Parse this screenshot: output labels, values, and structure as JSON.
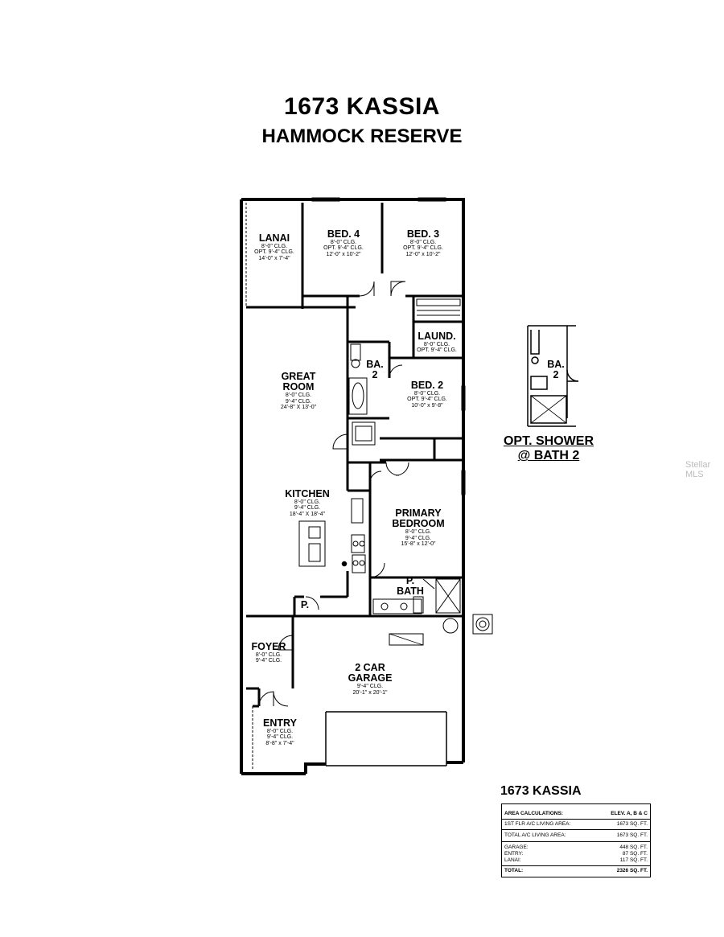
{
  "header": {
    "title": "1673 KASSIA",
    "subtitle": "HAMMOCK RESERVE"
  },
  "rooms": {
    "lanai": {
      "name": "LANAI",
      "l1": "8'-0\" CLG.",
      "l2": "OPT. 9'-4\" CLG.",
      "l3": "14'-0\" x 7'-4\""
    },
    "bed4": {
      "name": "BED. 4",
      "l1": "8'-0\" CLG.",
      "l2": "OPT. 9'-4\" CLG.",
      "l3": "12'-0\" x 10'-2\""
    },
    "bed3": {
      "name": "BED. 3",
      "l1": "8'-0\" CLG.",
      "l2": "OPT. 9'-4\" CLG.",
      "l3": "12'-0\" x 10'-2\""
    },
    "laund": {
      "name": "LAUND.",
      "l1": "8'-0\" CLG.",
      "l2": "OPT. 9'-4\" CLG."
    },
    "great": {
      "name1": "GREAT",
      "name2": "ROOM",
      "l1": "8'-0\" CLG.",
      "l2": "9'-4\" CLG.",
      "l3": "24'-8\" X 13'-0\""
    },
    "ba2": {
      "name1": "BA.",
      "name2": "2"
    },
    "bed2": {
      "name": "BED. 2",
      "l1": "8'-0\" CLG.",
      "l2": "OPT. 9'-4\" CLG.",
      "l3": "10'-0\" x 9'-8\""
    },
    "kitchen": {
      "name": "KITCHEN",
      "l1": "8'-0\" CLG.",
      "l2": "9'-4\" CLG.",
      "l3": "18'-4\" X 18'-4\""
    },
    "primary": {
      "name1": "PRIMARY",
      "name2": "BEDROOM",
      "l1": "8'-0\" CLG.",
      "l2": "9'-4\" CLG.",
      "l3": "15'-8\" x 12'-0\""
    },
    "pbath": {
      "name1": "P.",
      "name2": "BATH"
    },
    "pantry": {
      "name": "P."
    },
    "foyer": {
      "name": "FOYER",
      "l1": "8'-0\" CLG.",
      "l2": "9'-4\" CLG."
    },
    "garage": {
      "name1": "2 CAR",
      "name2": "GARAGE",
      "l1": "9'-4\" CLG.",
      "l2": "20'-1\" x 20'-1\""
    },
    "entry": {
      "name": "ENTRY",
      "l1": "8'-0\" CLG.",
      "l2": "9'-4\" CLG.",
      "l3": "8'-8\" x 7'-4\""
    }
  },
  "option": {
    "ba_name1": "BA.",
    "ba_name2": "2",
    "label1": "OPT. SHOWER",
    "label2": "@ BATH 2"
  },
  "watermark": "Stellar MLS",
  "area_table": {
    "title": "1673 KASSIA",
    "header_left": "AREA CALCULATIONS:",
    "header_right": "ELEV. A, B & C",
    "rows": [
      {
        "label": "1ST FLR A/C LIVING AREA:",
        "value": "1673 SQ. FT."
      },
      {
        "label": "TOTAL A/C LIVING AREA:",
        "value": "1673 SQ. FT."
      },
      {
        "label": "GARAGE:",
        "value": "448 SQ. FT."
      },
      {
        "label": "ENTRY:",
        "value": "87 SQ. FT."
      },
      {
        "label": "LANAI:",
        "value": "117 SQ. FT."
      },
      {
        "label": "TOTAL:",
        "value": "2326 SQ. FT."
      }
    ]
  }
}
